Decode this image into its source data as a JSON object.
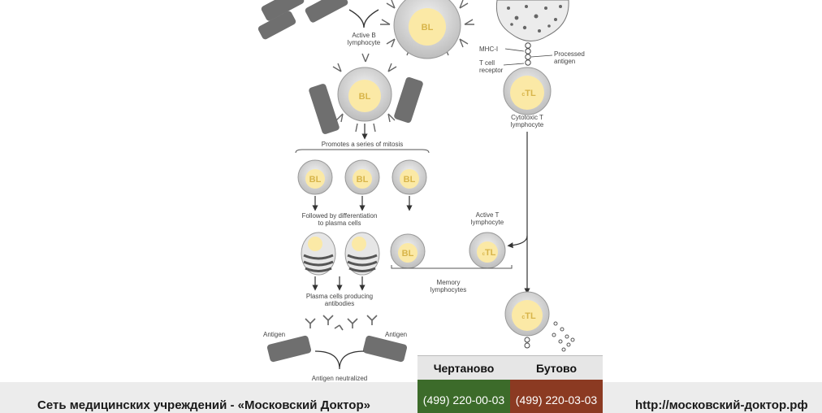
{
  "diagram": {
    "cell_labels": {
      "b": "BL",
      "t": "TL",
      "t_prefix": "c"
    },
    "labels": {
      "active_b": [
        "Active B",
        "lymphocyte"
      ],
      "mhc": "MHC-I",
      "processed": [
        "Processed",
        "antigen"
      ],
      "t_receptor": [
        "T cell",
        "receptor"
      ],
      "cytotoxic": [
        "Cytotoxic T",
        "lymphocyte"
      ],
      "mitosis": "Promotes a series of mitosis",
      "differentiation": [
        "Followed by differentiation",
        "to plasma cells"
      ],
      "active_t": [
        "Active T",
        "lymphocyte"
      ],
      "memory": [
        "Memory",
        "lymphocytes"
      ],
      "plasma": [
        "Plasma cells producing",
        "antibodies"
      ],
      "antigen_left": "Antigen",
      "antigen_right": "Antigen",
      "neutralized": "Antigen neutralized"
    }
  },
  "footer": {
    "network": "Сеть медицинских учреждений - «Московский Доктор»",
    "url": "http://московский-доктор.рф",
    "branches": [
      {
        "name": "Чертаново",
        "phone": "(499) 220-00-03",
        "color": "#3c6b2a"
      },
      {
        "name": "Бутово",
        "phone": "(499) 220-03-03",
        "color": "#8b3a22"
      }
    ]
  },
  "colors": {
    "cell_core": "#fbe9a6",
    "cell_ring": "#bdbdbd",
    "cell_label": "#d8b54a",
    "antigen": "#6f6f6f"
  }
}
